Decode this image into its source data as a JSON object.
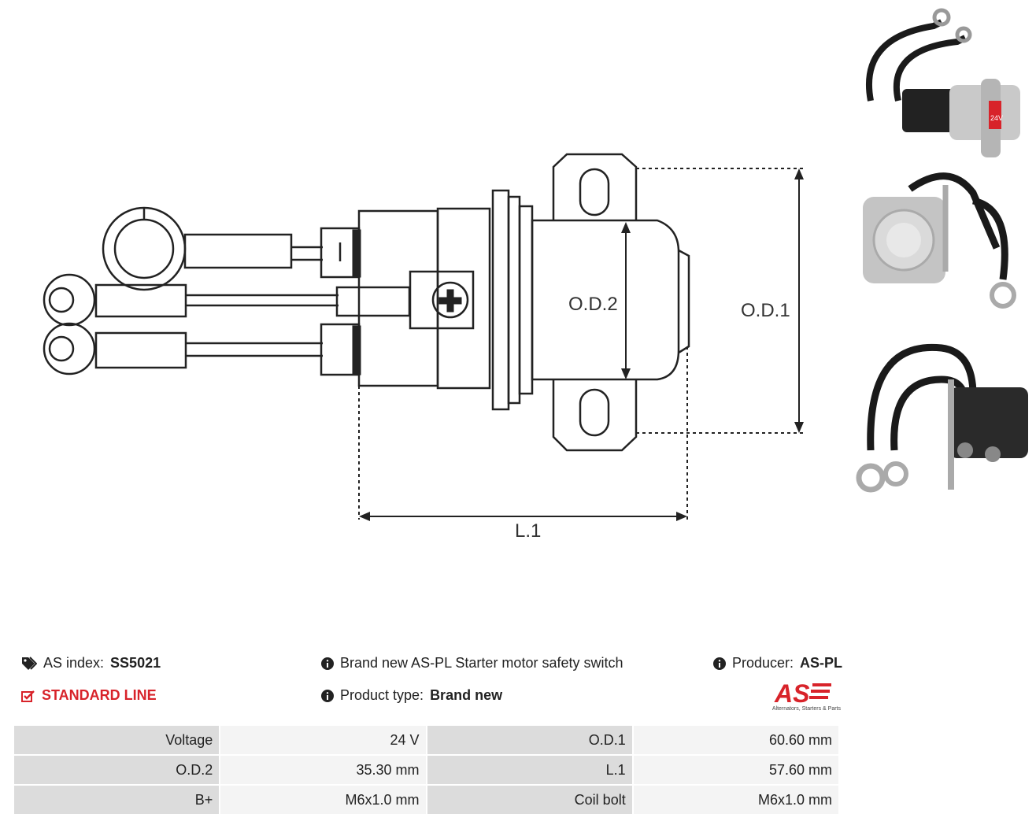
{
  "drawing": {
    "dimension_labels": {
      "od2": "O.D.2",
      "od1": "O.D.1",
      "l1": "L.1"
    }
  },
  "info": {
    "as_index_label": "AS index:",
    "as_index_value": "SS5021",
    "line_label": "STANDARD LINE",
    "description": "Brand new AS-PL Starter motor safety switch",
    "product_type_label": "Product type:",
    "product_type_value": "Brand new",
    "producer_label": "Producer:",
    "producer_value": "AS-PL",
    "logo_text": "AS",
    "logo_tagline": "Alternators, Starters & Parts"
  },
  "photos": {
    "label_24v": "24V"
  },
  "specs": [
    {
      "label1": "Voltage",
      "value1": "24 V",
      "label2": "O.D.1",
      "value2": "60.60 mm"
    },
    {
      "label1": "O.D.2",
      "value1": "35.30 mm",
      "label2": "L.1",
      "value2": "57.60 mm"
    },
    {
      "label1": "B+",
      "value1": "M6x1.0 mm",
      "label2": "Coil bolt",
      "value2": "M6x1.0 mm"
    }
  ],
  "colors": {
    "accent_red": "#d8232a",
    "label_bg": "#dcdcdc",
    "value_bg": "#f4f4f4"
  }
}
